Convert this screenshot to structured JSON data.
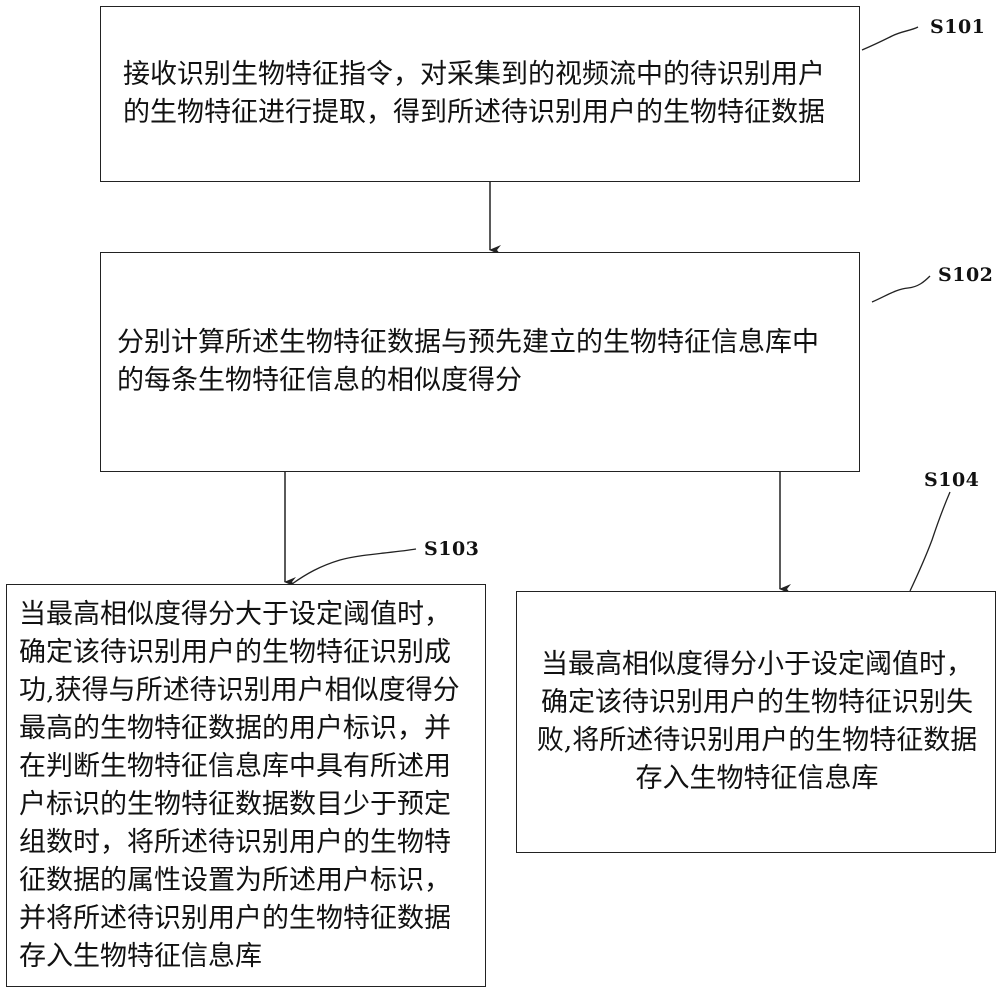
{
  "steps": {
    "s101": {
      "label": "S101",
      "text": "接收识别生物特征指令，对采集到的视频流中的待识别用户的生物特征进行提取，得到所述待识别用户的生物特征数据"
    },
    "s102": {
      "label": "S102",
      "text": "分别计算所述生物特征数据与预先建立的生物特征信息库中的每条生物特征信息的相似度得分"
    },
    "s103": {
      "label": "S103",
      "text": "当最高相似度得分大于设定阈值时，确定该待识别用户的生物特征识别成功,获得与所述待识别用户相似度得分最高的生物特征数据的用户标识，并在判断生物特征信息库中具有所述用户标识的生物特征数据数目少于预定组数时，将所述待识别用户的生物特征数据的属性设置为所述用户标识，并将所述待识别用户的生物特征数据存入生物特征信息库"
    },
    "s104": {
      "label": "S104",
      "text": "当最高相似度得分小于设定阈值时，确定该待识别用户的生物特征识别失败,将所述待识别用户的生物特征数据存入生物特征信息库"
    }
  },
  "colors": {
    "stroke": "#222222",
    "background": "#ffffff",
    "text": "#111111"
  }
}
